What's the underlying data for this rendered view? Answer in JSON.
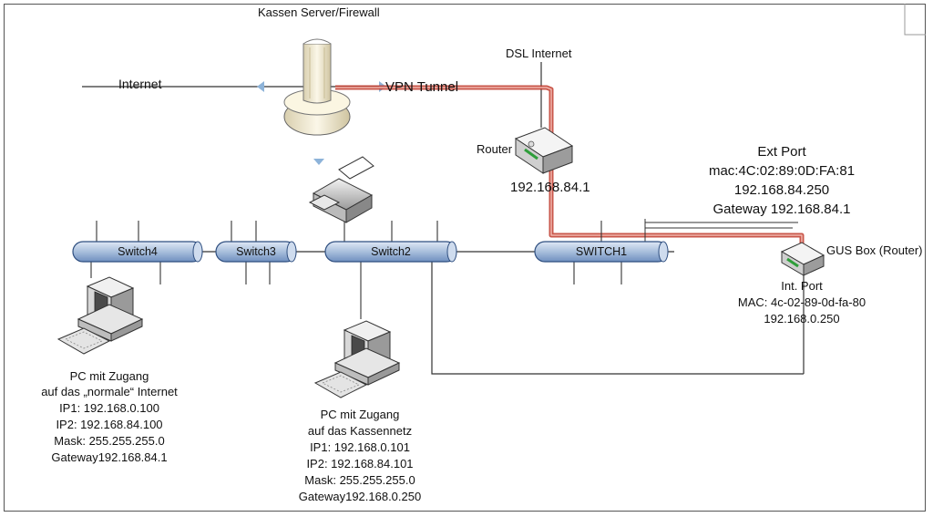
{
  "title": "Kassen Server/Firewall",
  "cloud_labels": {
    "internet": "Internet",
    "vpn_tunnel": "VPN Tunnel",
    "dsl_internet": "DSL Internet"
  },
  "router": {
    "label": "Router",
    "ip": "192.168.84.1"
  },
  "ext_port": {
    "title": "Ext Port",
    "mac": "mac:4C:02:89:0D:FA:81",
    "ip": "192.168.84.250",
    "gateway": "Gateway 192.168.84.1"
  },
  "gus_box": {
    "label": "GUS Box (Router)",
    "int_port": "Int. Port",
    "mac": "MAC: 4c-02-89-0d-fa-80",
    "ip": "192.168.0.250"
  },
  "switches": {
    "switch4": "Switch4",
    "switch3": "Switch3",
    "switch2": "Switch2",
    "switch1": "SWITCH1"
  },
  "pc_left": {
    "line1": "PC mit Zugang",
    "line2": "auf das „normale“ Internet",
    "ip1": "IP1: 192.168.0.100",
    "ip2": "IP2: 192.168.84.100",
    "mask": "Mask: 255.255.255.0",
    "gateway": "Gateway192.168.84.1"
  },
  "pc_center": {
    "line1": "PC mit Zugang",
    "line2": "auf das Kassennetz",
    "ip1": "IP1: 192.168.0.101",
    "ip2": "IP2: 192.168.84.101",
    "mask": "Mask: 255.255.255.0",
    "gateway": "Gateway192.168.0.250"
  },
  "colors": {
    "vpn_red": "#c0392b",
    "switch_fill": "#b7c9e2",
    "switch_stroke": "#2f4f80",
    "line": "#333333"
  }
}
